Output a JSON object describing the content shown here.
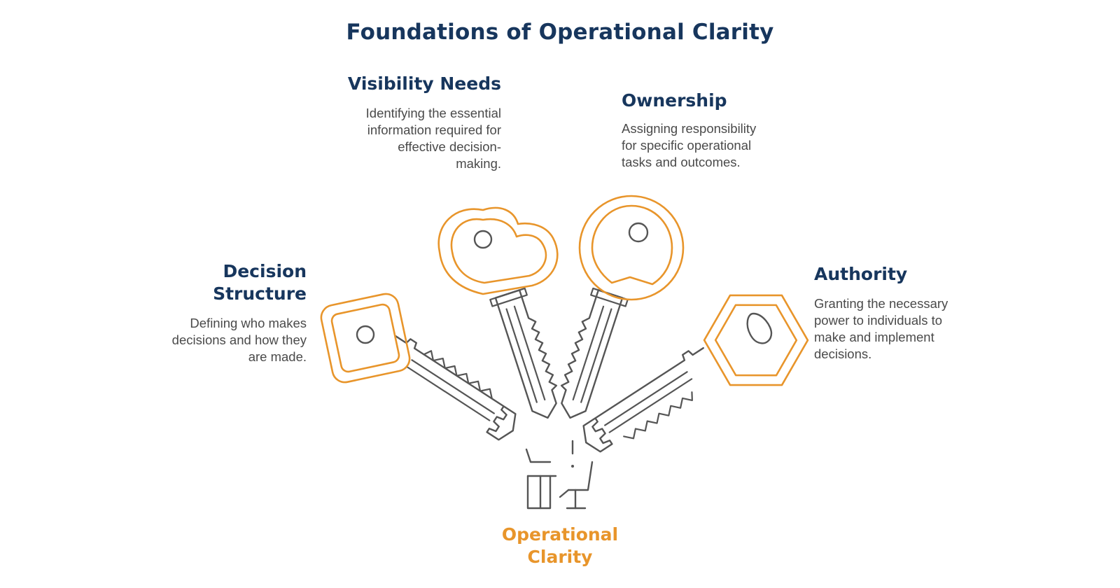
{
  "title": "Foundations of Operational Clarity",
  "sections": {
    "decision_structure": {
      "heading": "Decision Structure",
      "heading_lines": [
        "Decision",
        "Structure"
      ],
      "description_lines": [
        "Defining who makes",
        "decisions and how they",
        "are made."
      ]
    },
    "visibility_needs": {
      "heading": "Visibility Needs",
      "description_lines": [
        "Identifying the essential",
        "information required for",
        "effective decision-",
        "making."
      ]
    },
    "ownership": {
      "heading": "Ownership",
      "description_lines": [
        "Assigning responsibility",
        "for specific operational",
        "tasks and outcomes."
      ]
    },
    "authority": {
      "heading": "Authority",
      "description_lines": [
        "Granting the necessary",
        "power to individuals to",
        "make and implement",
        "decisions."
      ]
    }
  },
  "center": {
    "label_lines": [
      "Operational",
      "Clarity"
    ],
    "icon": "desk-chair-icon"
  },
  "icons": {
    "key_decision": "square-key-icon",
    "key_visibility": "heart-key-icon",
    "key_ownership": "round-key-icon",
    "key_authority": "hexagon-key-icon"
  },
  "colors": {
    "title": "#17365d",
    "heading": "#17365d",
    "body_text": "#4a4a4a",
    "accent": "#e8952b",
    "key_blade": "#555555"
  }
}
